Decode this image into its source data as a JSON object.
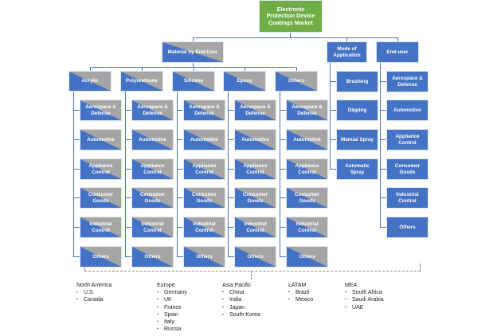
{
  "root": "Electronic Protection Device Coatings Market",
  "segments": {
    "material": {
      "label": "Material by End-User",
      "materials": [
        "Acrylic",
        "Polyurethane",
        "Silicone",
        "Epoxy",
        "Others"
      ],
      "end_uses": [
        "Aerospace & Defense",
        "Automotive",
        "Appliance Control",
        "Consumer Goods",
        "Industrial Control",
        "Others"
      ]
    },
    "mode": {
      "label": "Mode of Application",
      "items": [
        "Brushing",
        "Dipping",
        "Manual Spray",
        "Automatic Spray"
      ]
    },
    "end_user": {
      "label": "End-user",
      "items": [
        "Aerospace & Defense",
        "Automotive",
        "Appliance Control",
        "Consumer Goods",
        "Industrial Control",
        "Others"
      ]
    }
  },
  "regions": [
    {
      "name": "North America",
      "countries": [
        "U.S.",
        "Canada"
      ]
    },
    {
      "name": "Europe",
      "countries": [
        "Germany",
        "UK",
        "France",
        "Spain",
        "Italy",
        "Russia"
      ]
    },
    {
      "name": "Asia Pacific",
      "countries": [
        "China",
        "India",
        "Japan",
        "South Korea"
      ]
    },
    {
      "name": "LATAM",
      "countries": [
        "Brazil",
        "Mexico"
      ]
    },
    {
      "name": "MEA",
      "countries": [
        "South Africa",
        "Saudi Arabia",
        "UAE"
      ]
    }
  ],
  "colors": {
    "root": "#70ad47",
    "blue": "#4472c4",
    "gray": "#a5a5a5"
  }
}
